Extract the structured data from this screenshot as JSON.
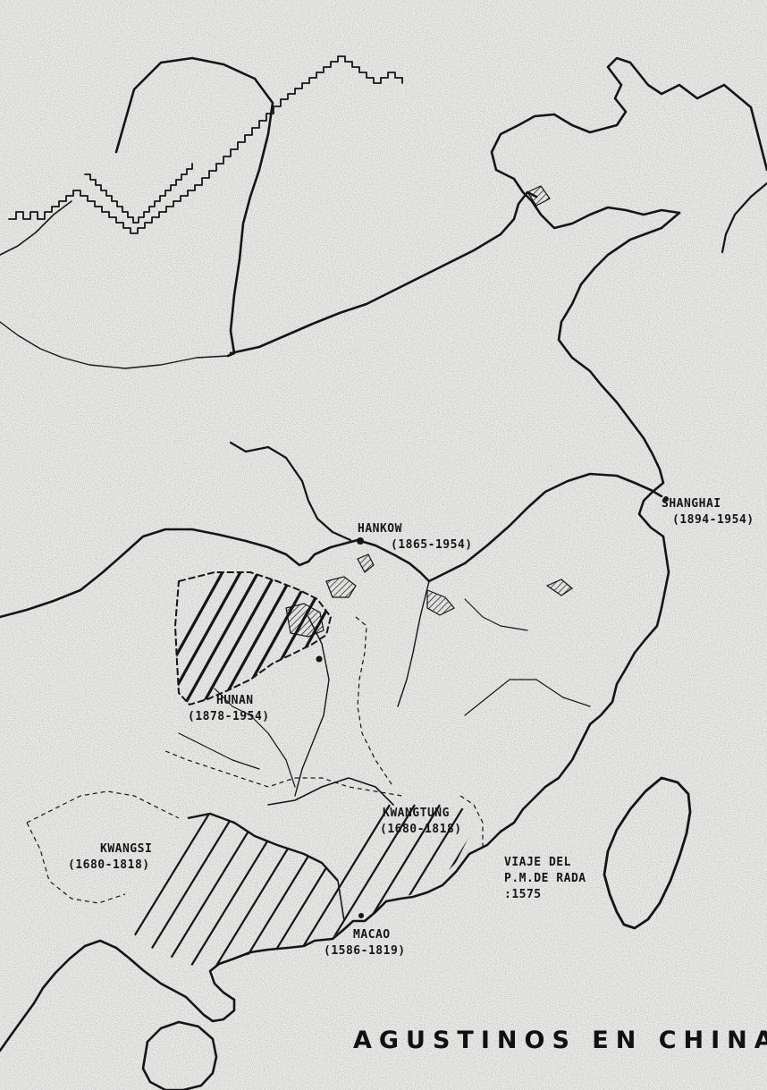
{
  "map": {
    "title": "AGUSTINOS EN CHINA",
    "labels": {
      "shanghai_name": "SHANGHAI",
      "shanghai_years": "(1894-1954)",
      "hankow_name": "HANKOW",
      "hankow_years": "(1865-1954)",
      "hunan_name": "HUNAN",
      "hunan_years": "(1878-1954)",
      "kwangtung_name": "KWANGTUNG",
      "kwangtung_years": "(1680-1818)",
      "kwangsi_name": "KWANGSI",
      "kwangsi_years": "(1680-1818)",
      "macao_name": "MACAO",
      "macao_years": "(1586-1819)",
      "voyage_line1": "VIAJE DEL",
      "voyage_line2": "P.M.DE RADA",
      "voyage_year": ":1575"
    },
    "colors": {
      "paper": "#f2f2f0",
      "ink": "#151515",
      "speckle": "#8a8a8a"
    }
  }
}
